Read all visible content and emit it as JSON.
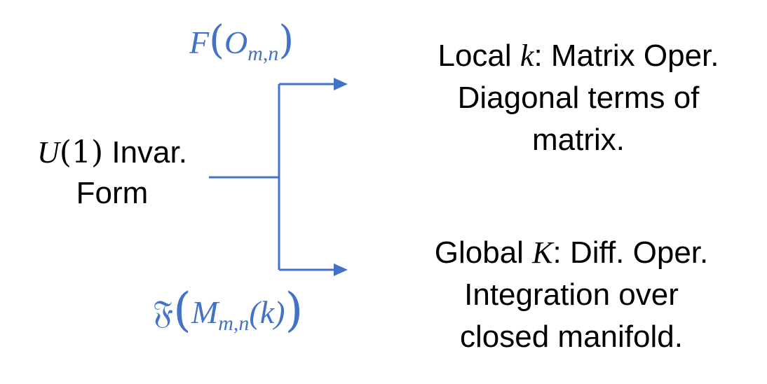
{
  "input_node": {
    "math_symbol": "U",
    "math_argument": "(1)",
    "line1_suffix": " Invar.",
    "line2": "Form"
  },
  "top_branch_label": {
    "function_symbol": "F",
    "open_paren": "(",
    "operator_symbol": "O",
    "subscript": "m,n",
    "close_paren": ")"
  },
  "bottom_branch_label": {
    "function_symbol": "𝔉",
    "open_paren": "(",
    "operator_symbol": "M",
    "subscript": "m,n",
    "inner_argument": "(k)",
    "close_paren": ")"
  },
  "top_output": {
    "line1_prefix": "Local ",
    "line1_math": "k",
    "line1_suffix": ": Matrix Oper.",
    "line2": "Diagonal terms of",
    "line3": "matrix."
  },
  "bottom_output": {
    "line1_prefix": "Global ",
    "line1_math": "K",
    "line1_suffix": ": Diff. Oper.",
    "line2": "Integration over",
    "line3": "closed manifold."
  },
  "colors": {
    "connector": "#4472C4",
    "label_text": "#4472C4",
    "body_text": "#000000",
    "background": "#FFFFFF"
  }
}
